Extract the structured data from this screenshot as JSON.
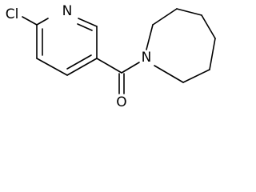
{
  "molecule": {
    "atom_labels": {
      "chlorine": "Cl",
      "ring_nitrogen": "N",
      "amide_nitrogen": "N",
      "carbonyl_oxygen": "O"
    },
    "bond_color": "#000000",
    "background_color": "#ffffff"
  }
}
